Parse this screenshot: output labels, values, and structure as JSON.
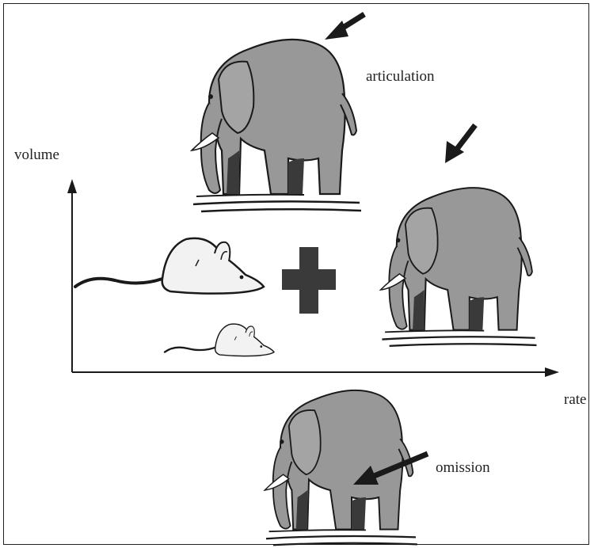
{
  "labels": {
    "y_axis": "volume",
    "x_axis": "rate",
    "top_elephant": "articulation",
    "bottom_elephant": "omission"
  },
  "colors": {
    "elephant_fill": "#989898",
    "elephant_dark": "#3a3a3a",
    "mouse_fill": "#f2f2f2",
    "ink": "#1a1a1a",
    "plus": "#3a3a3a"
  },
  "icons": [
    "elephant-icon",
    "mouse-icon",
    "plus-icon",
    "arrow-icon"
  ]
}
